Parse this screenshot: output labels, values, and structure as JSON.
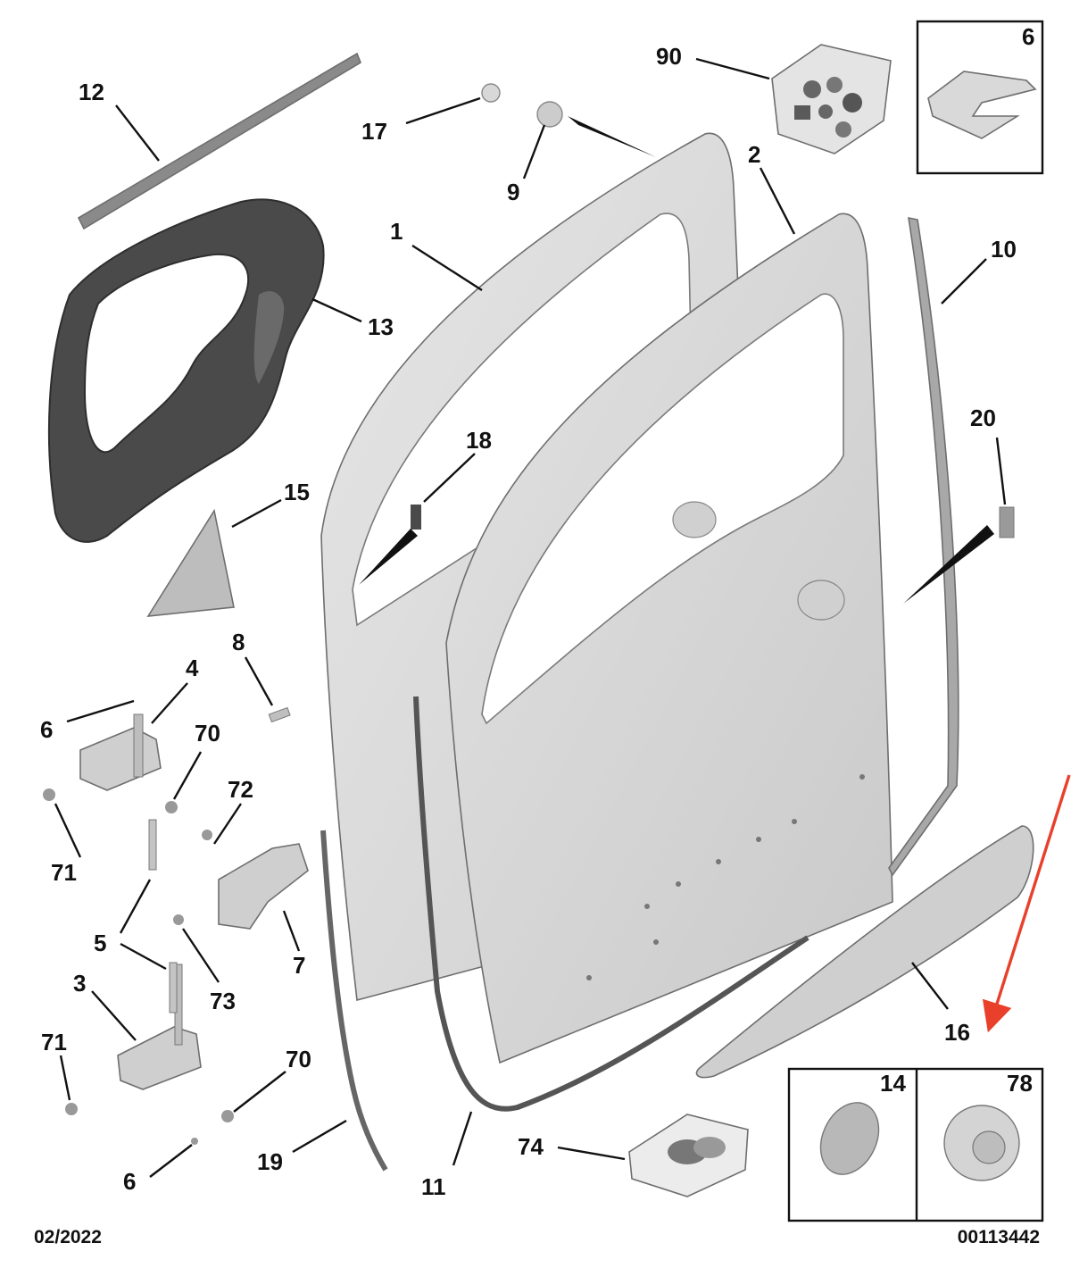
{
  "diagram": {
    "callouts": {
      "c1": "1",
      "c2": "2",
      "c3": "3",
      "c4": "4",
      "c5": "5",
      "c6_box": "6",
      "c6_a": "6",
      "c6_b": "6",
      "c7": "7",
      "c8": "8",
      "c9": "9",
      "c10": "10",
      "c11": "11",
      "c12": "12",
      "c13": "13",
      "c14": "14",
      "c15": "15",
      "c16": "16",
      "c17": "17",
      "c18": "18",
      "c19": "19",
      "c20": "20",
      "c70_a": "70",
      "c70_b": "70",
      "c71_a": "71",
      "c71_b": "71",
      "c72": "72",
      "c73": "73",
      "c74": "74",
      "c78": "78",
      "c90": "90"
    },
    "footer": {
      "date": "02/2022",
      "reference": "00113442"
    },
    "colors": {
      "part_fill": "#d9d9d9",
      "part_light": "#ebebeb",
      "dark_part": "#5a5a5a",
      "outline": "#6e6e6e",
      "text": "#111111",
      "annotation_arrow": "#e8402a"
    }
  }
}
